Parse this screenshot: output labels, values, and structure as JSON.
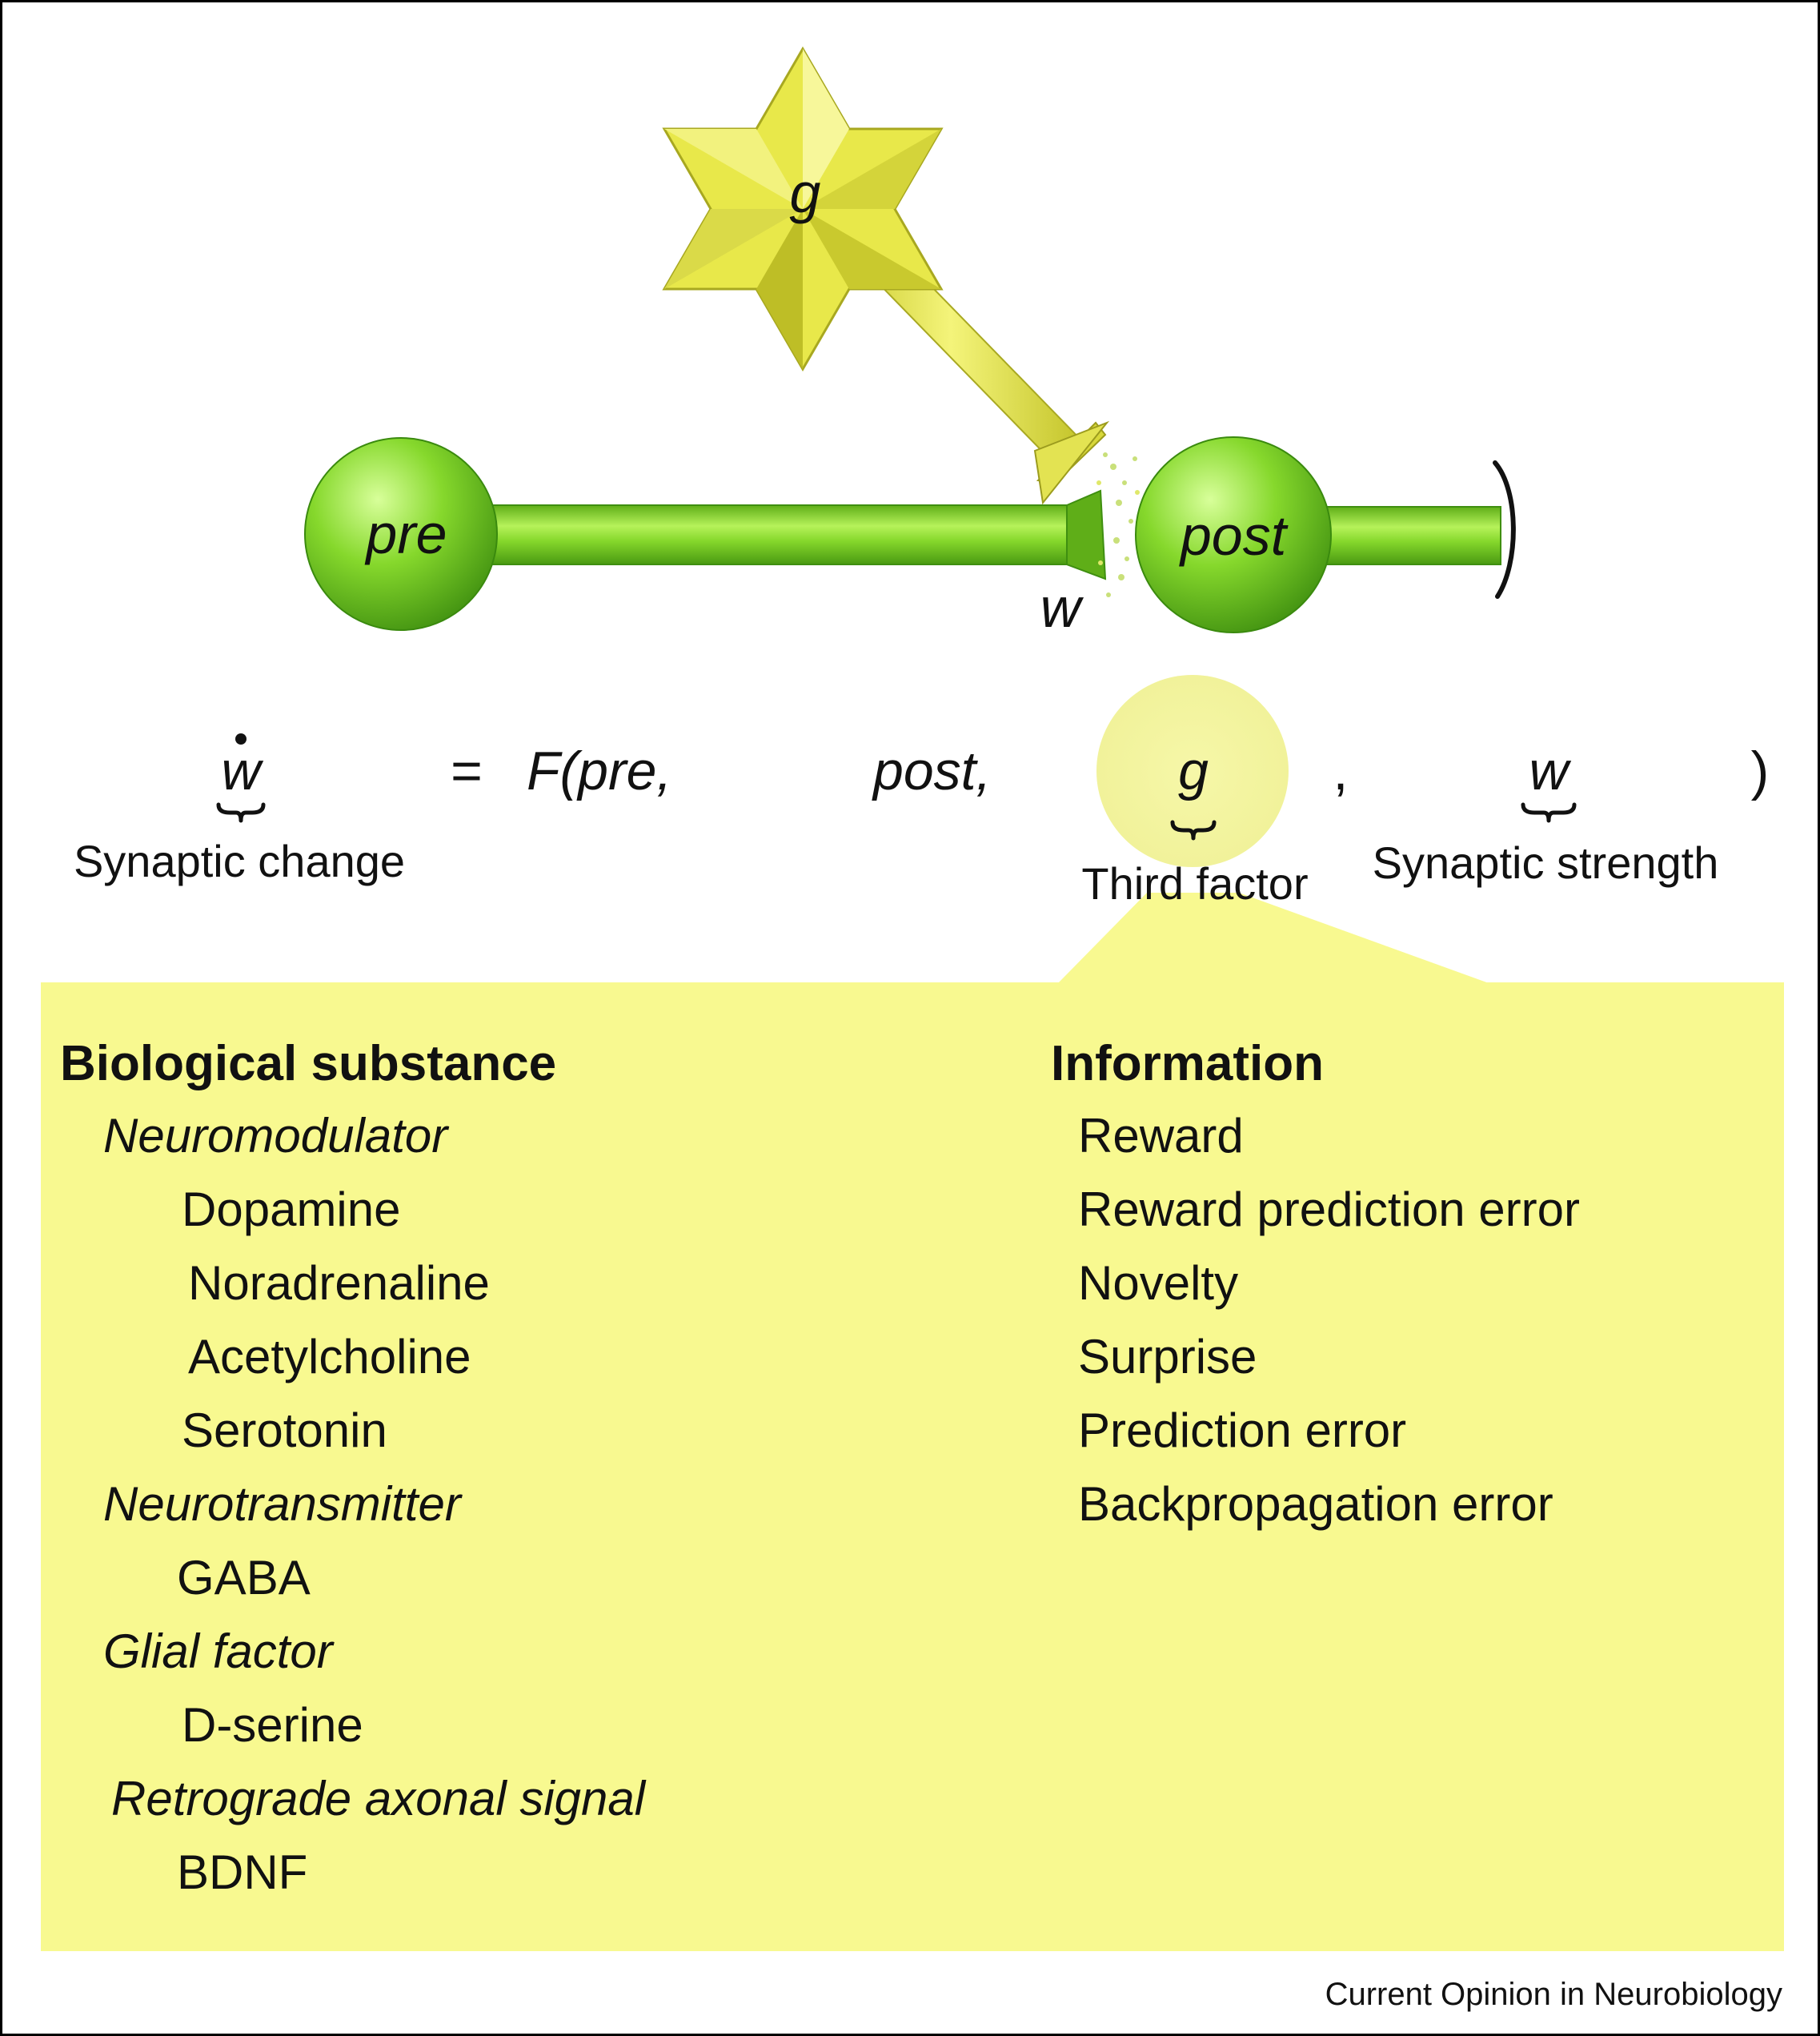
{
  "nodes": {
    "pre": "pre",
    "post": "post",
    "third_factor": "g",
    "weight": "w"
  },
  "equation": {
    "lhs": "w",
    "equals": "=",
    "function_open": "F(pre,",
    "arg_post": "post,",
    "arg_g": "g",
    "comma": ",",
    "arg_w": "w",
    "close": ")"
  },
  "captions": {
    "synaptic_change": "Synaptic change",
    "third_factor": "Third factor",
    "synaptic_strength": "Synaptic strength"
  },
  "panel": {
    "biological": {
      "heading": "Biological substance",
      "groups": [
        {
          "category": "Neuromodulator",
          "items": [
            "Dopamine",
            "Noradrenaline",
            "Acetylcholine",
            "Serotonin"
          ]
        },
        {
          "category": "Neurotransmitter",
          "items": [
            "GABA"
          ]
        },
        {
          "category": "Glial factor",
          "items": [
            "D-serine"
          ]
        },
        {
          "category": "Retrograde axonal signal",
          "items": [
            "BDNF"
          ]
        }
      ]
    },
    "information": {
      "heading": "Information",
      "items": [
        "Reward",
        "Reward prediction error",
        "Novelty",
        "Surprise",
        "Prediction error",
        "Backpropagation error"
      ]
    }
  },
  "footer": {
    "credit": "Current Opinion in Neurobiology"
  },
  "colors": {
    "neuron_green": "#7ed321",
    "neuron_dark": "#3f8f10",
    "star_yellow": "#e8e84a",
    "panel_yellow": "#f8f990",
    "highlight_yellow": "#f4f5a6"
  }
}
